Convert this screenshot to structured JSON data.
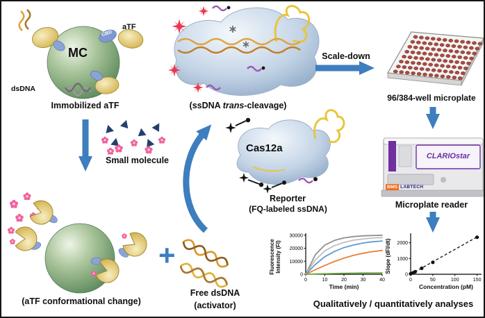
{
  "colors": {
    "arrow_blue": "#3d7ebe",
    "sphere_green": "#6f9a6f",
    "protein_blue": "#b9cde2",
    "atf_gold": "#ddbf55",
    "linker_blue": "#8aa4d6",
    "small_molecule_navy": "#24406e",
    "small_molecule_pink": "#f0649c",
    "fluorophore_red": "#e8384f",
    "fragment_purple": "#9b59b6",
    "dna_orange": "#d99a2b",
    "well_red": "#a84a42",
    "clariostar_purple": "#7030a0",
    "bmg_orange": "#f07020"
  },
  "immobilized": {
    "mc": "MC",
    "cbd": "CBD",
    "atf": "aTF",
    "dsdna": "dsDNA",
    "caption": "Immobilized aTF"
  },
  "small_molecule": {
    "label": "Small molecule"
  },
  "conformational": {
    "caption": "(aTF conformational change)"
  },
  "cleavage": {
    "prefix": "(ssDNA ",
    "italic": "trans",
    "suffix": "-cleavage)"
  },
  "scale_down": {
    "label": "Scale-down"
  },
  "microplate": {
    "caption": "96/384-well microplate"
  },
  "reader": {
    "screen_label": "CLARIOstar",
    "brand_bmg": "BMG",
    "brand_labtech": "LABTECH",
    "caption": "Microplate reader"
  },
  "cas12a": {
    "label": "Cas12a",
    "reporter_line1": "Reporter",
    "reporter_line2": "(FQ-labeled ssDNA)"
  },
  "plus": {
    "symbol": "+"
  },
  "free_dsdna": {
    "line1": "Free dsDNA",
    "line2": "(activator)"
  },
  "analyses": {
    "caption": "Qualitatively / quantitatively analyses"
  },
  "chart_data": [
    {
      "type": "line",
      "ylabel": "Fluorescence Intensity (FI)",
      "xlabel": "Time (min)",
      "xlim": [
        0,
        40
      ],
      "ylim": [
        0,
        31500
      ],
      "xticks": [
        0,
        10,
        20,
        30,
        40
      ],
      "yticks": [
        0,
        10000,
        20000,
        30000
      ],
      "x": [
        0,
        5,
        10,
        15,
        20,
        25,
        30,
        35,
        40
      ],
      "series": [
        {
          "color": "#909090",
          "y": [
            0,
            15000,
            22500,
            26000,
            28000,
            29000,
            29500,
            29800,
            30000
          ]
        },
        {
          "color": "#bfbfbf",
          "y": [
            0,
            11000,
            18000,
            22000,
            24500,
            26200,
            27200,
            27800,
            28200
          ]
        },
        {
          "color": "#5b9bd5",
          "y": [
            0,
            7500,
            13500,
            17500,
            20500,
            22500,
            24000,
            25000,
            25600
          ]
        },
        {
          "color": "#ed7d31",
          "y": [
            0,
            3500,
            6800,
            9800,
            12400,
            14500,
            16200,
            17400,
            18300
          ]
        },
        {
          "color": "#70ad47",
          "y": [
            0,
            250,
            450,
            600,
            750,
            850,
            950,
            1000,
            1050
          ]
        }
      ]
    },
    {
      "type": "scatter",
      "ylabel": "Slope (dFI/dt)",
      "xlabel": "Concentration (pM)",
      "xlim": [
        0,
        160
      ],
      "ylim": [
        0,
        2600
      ],
      "xticks": [
        0,
        50,
        100,
        150
      ],
      "yticks": [
        0,
        1000,
        2000
      ],
      "points": {
        "x": [
          0,
          5,
          10,
          25,
          50,
          150
        ],
        "y": [
          30,
          90,
          160,
          380,
          760,
          2350
        ]
      },
      "fit_line": {
        "x": [
          0,
          152
        ],
        "y": [
          0,
          2400
        ],
        "style": "dashed",
        "color": "#1a1a1a"
      }
    }
  ]
}
